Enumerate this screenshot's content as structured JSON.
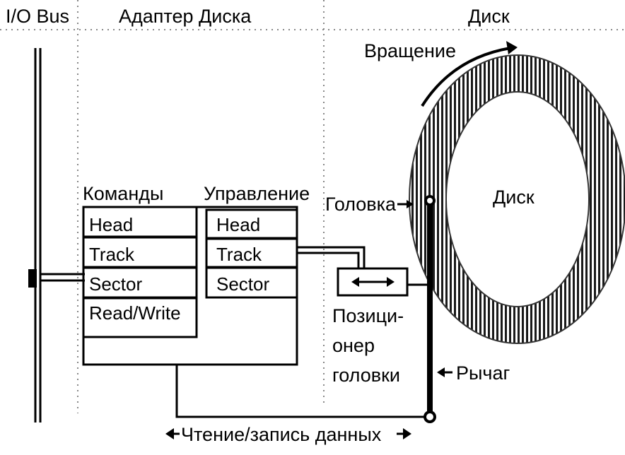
{
  "headers": {
    "io_bus": "I/O Bus",
    "adapter": "Адаптер Диска",
    "disk": "Диск"
  },
  "rotation_label": "Вращение",
  "commands": {
    "title": "Команды",
    "rows": [
      "Head",
      "Track",
      "Sector",
      "Read/Write"
    ]
  },
  "control": {
    "title": "Управление",
    "rows": [
      "Head",
      "Track",
      "Sector"
    ]
  },
  "head_label": "Головка",
  "disk_center_label": "Диск",
  "positioner_label": [
    "Позици-",
    "онер",
    "головки"
  ],
  "arm_label": "Рычаг",
  "data_label": "Чтение/запись данных"
}
